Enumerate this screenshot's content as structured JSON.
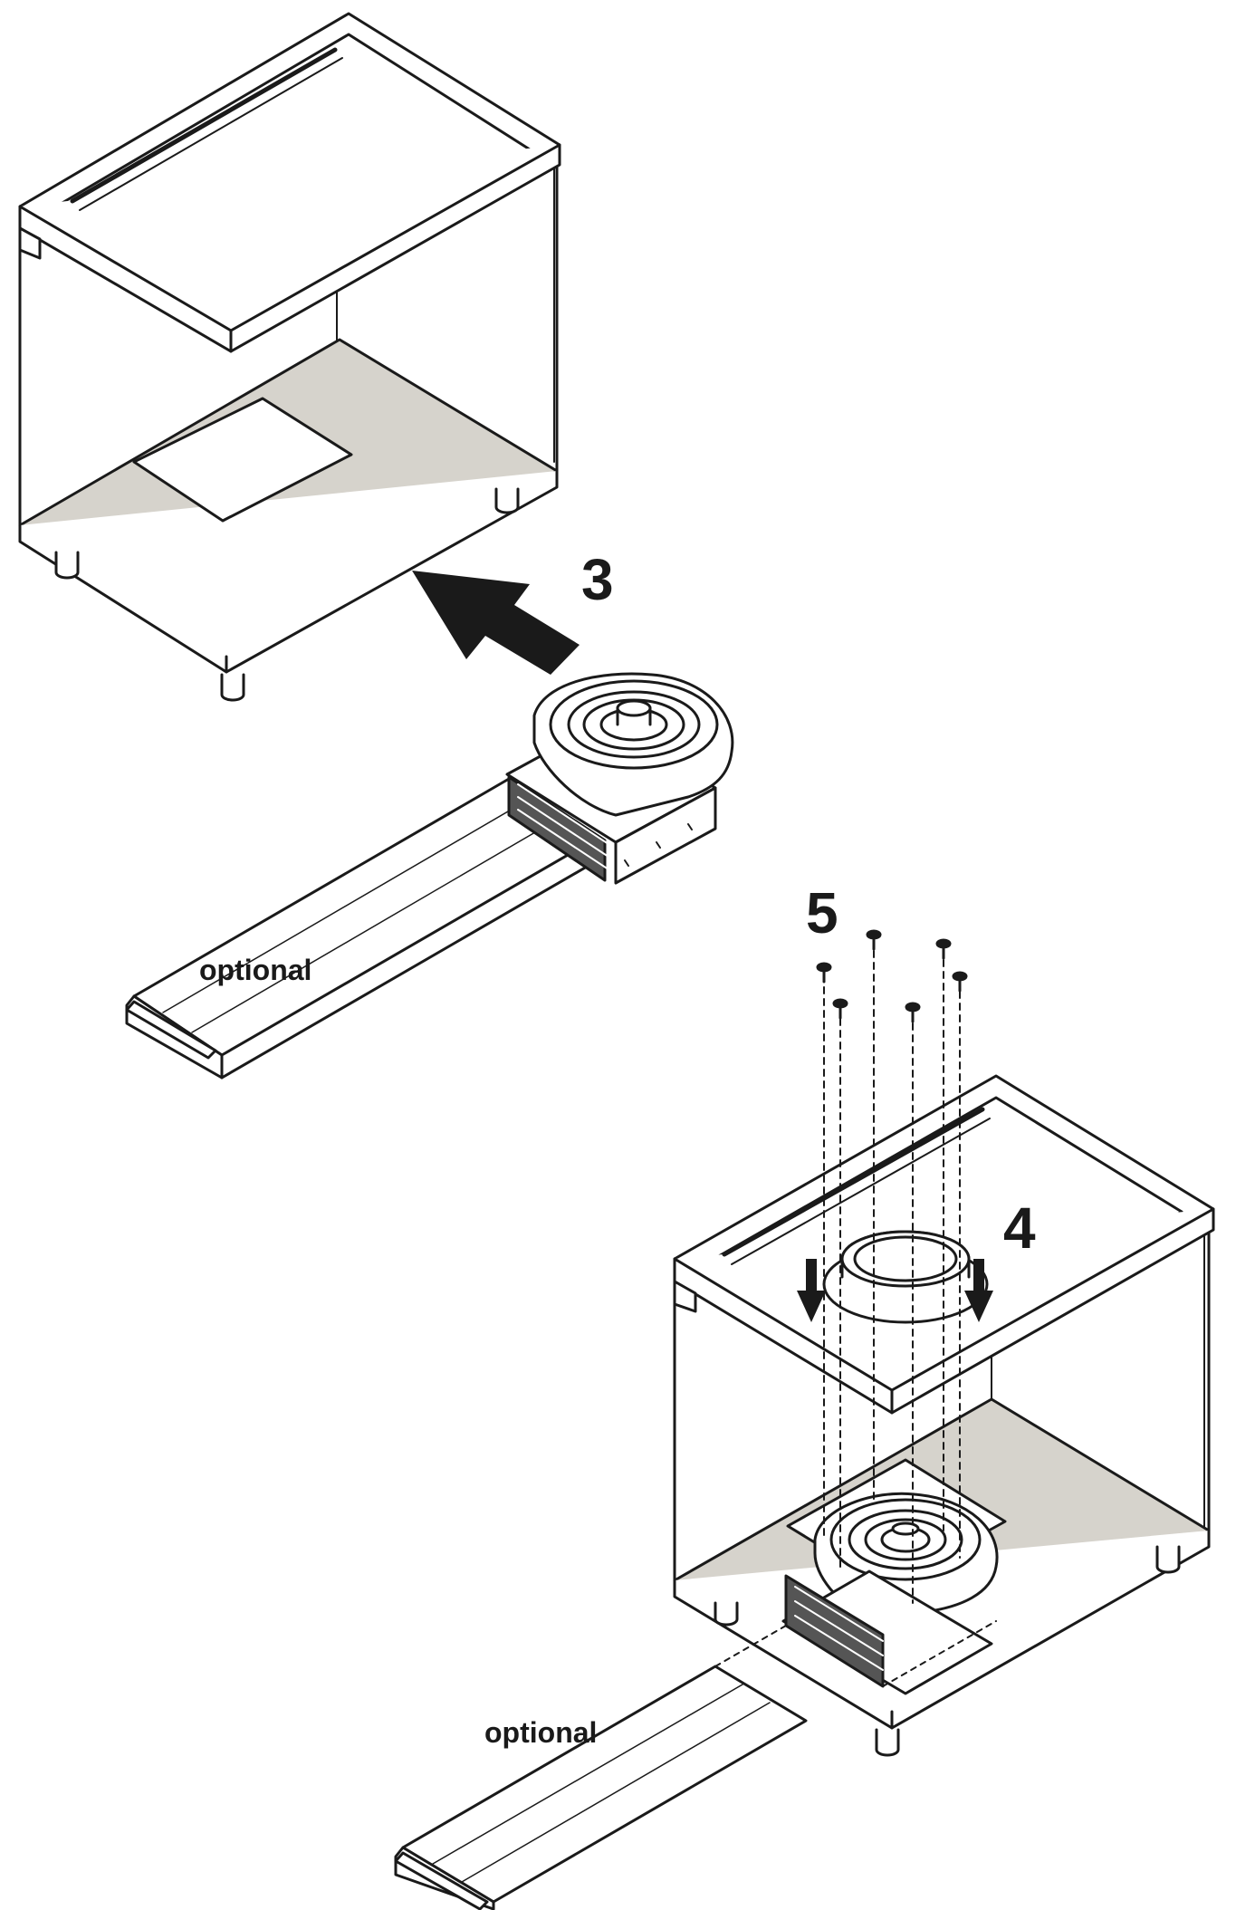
{
  "steps": {
    "step3": "3",
    "step4": "4",
    "step5": "5"
  },
  "labels": {
    "optional_top": "optional",
    "optional_bottom": "optional"
  },
  "colors": {
    "line": "#1a1a1a",
    "floor": "#d6d3cc",
    "fill": "#ffffff",
    "band": "#555555"
  }
}
